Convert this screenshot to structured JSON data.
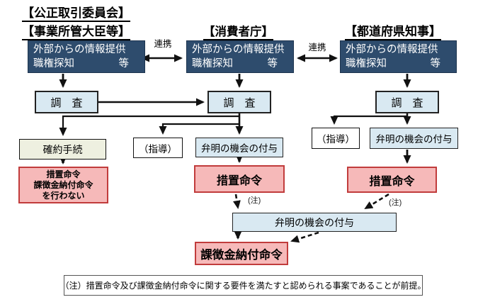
{
  "colors": {
    "navy": "#2e4c6d",
    "lightblue": "#d9e9f2",
    "ivory": "#eef0e0",
    "pink": "#f6b9b9",
    "pinkborder": "#c13c3c",
    "line": "#111111"
  },
  "headers": {
    "left1": "【公正取引委員会】",
    "left2": "【事業所管大臣等】",
    "center": "【消費者庁】",
    "right": "【都道府県知事】"
  },
  "source_box": {
    "line1": "外部からの情報提供",
    "line2a": "職権探知",
    "line2b": "等"
  },
  "labels": {
    "renkei": "連携",
    "note": "(注)"
  },
  "boxes": {
    "chousa": "調　査",
    "kakuyaku": "確約手続",
    "shidou": "（指導）",
    "benmei": "弁明の機会の付与",
    "sochi": "措置命令",
    "pink_left_line1": "措置命令",
    "pink_left_line2": "課徴金納付命令",
    "pink_left_line3": "を行わない",
    "kachoukin": "課徴金納付命令"
  },
  "footnote": "（注）措置命令及び課徴金納付命令に関する要件を満たすと認められる事案であることが前提。"
}
